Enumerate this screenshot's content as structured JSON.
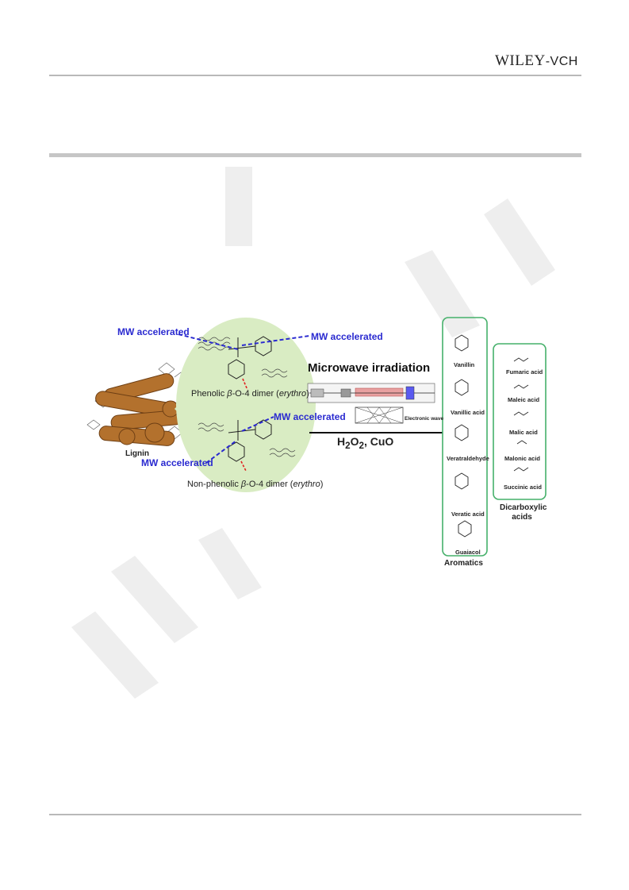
{
  "header": {
    "publisher_main": "WILEY",
    "publisher_suffix": "-VCH"
  },
  "figure": {
    "lignin_label": "Lignin",
    "mw_top_left": "MW accelerated",
    "mw_top_right": "MW accelerated",
    "mw_mid_right": "MW accelerated",
    "mw_bottom_left": "MW accelerated",
    "dimer_phenolic_prefix": "Phenolic ",
    "dimer_phenolic_beta": "β",
    "dimer_phenolic_suffix": "-O-4 dimer (",
    "dimer_phenolic_erythro": "erythro",
    "dimer_phenolic_close": ")",
    "dimer_nonphenolic_prefix": "Non-phenolic ",
    "dimer_nonphenolic_beta": "β",
    "dimer_nonphenolic_suffix": "-O-4 dimer (",
    "dimer_nonphenolic_erythro": "erythro",
    "dimer_nonphenolic_close": ")",
    "microwave_title": "Microwave irradiation",
    "electronic_wave": "Electronic wave",
    "conditions_prefix": "H",
    "conditions_sub1": "2",
    "conditions_o": "O",
    "conditions_sub2": "2",
    "conditions_suffix": ", CuO",
    "aromatics_label": "Aromatics",
    "aromatics": [
      "Vanillin",
      "Vanillic acid",
      "Veratraldehyde",
      "Veratic acid",
      "Guaiacol"
    ],
    "dicarboxylic_label_1": "Dicarboxylic",
    "dicarboxylic_label_2": "acids",
    "acids": [
      "Fumaric acid",
      "Maleic acid",
      "Malic acid",
      "Malonic acid",
      "Succinic acid"
    ],
    "colors": {
      "accent_blue": "#2a2ad0",
      "box_green": "#45b06a",
      "bubble_green": "#d9ecc3",
      "wood_brown": "#b3712d"
    }
  }
}
